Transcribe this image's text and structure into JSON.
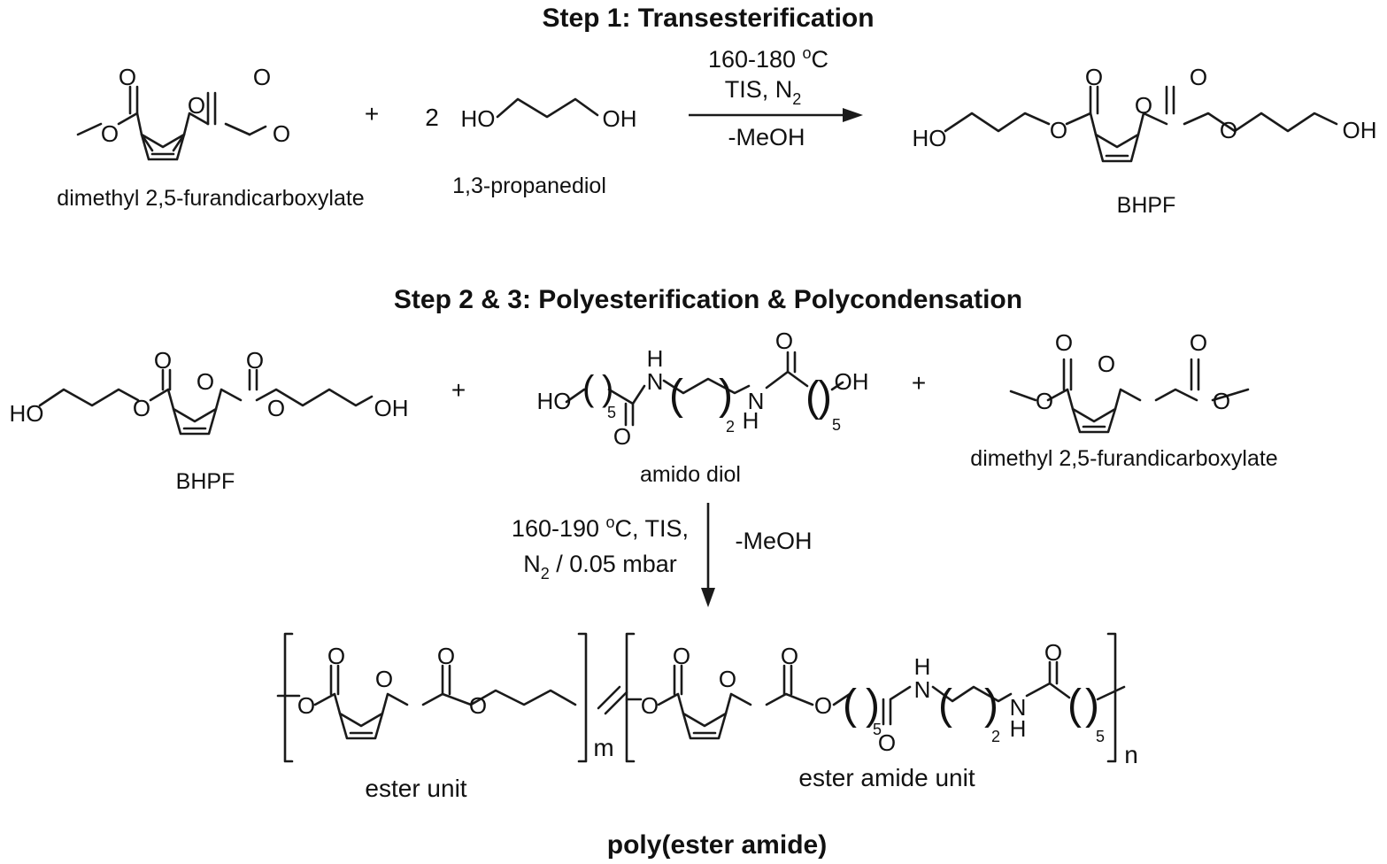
{
  "step1": {
    "title": "Step 1: Transesterification",
    "plus": "+",
    "coefficient": "2",
    "reactant1_label": "dimethyl 2,5-furandicarboxylate",
    "reactant2_label": "1,3-propanediol",
    "conditions_temp": "160-180 ",
    "conditions_temp_sup": "o",
    "conditions_temp_unit": "C",
    "conditions_catalyst": "TIS, N",
    "conditions_catalyst_sub": "2",
    "byproduct": "-MeOH",
    "product_label": "BHPF"
  },
  "step2": {
    "title": "Step 2 & 3: Polyesterification & Polycondensation",
    "plus1": "+",
    "plus2": "+",
    "reactant1_label": "BHPF",
    "reactant2_label": "amido diol",
    "reactant3_label": "dimethyl 2,5-furandicarboxylate",
    "conditions_line1a": "160-190 ",
    "conditions_line1_sup": "o",
    "conditions_line1b": "C, TIS,",
    "conditions_line2a": "N",
    "conditions_line2_sub": "2",
    "conditions_line2b": " / 0.05 mbar",
    "byproduct": "-MeOH",
    "repeat_m": "m",
    "repeat_n": "n",
    "unit1_label": "ester unit",
    "unit2_label": "ester amide unit",
    "product_label": "poly(ester amide)"
  },
  "atoms": {
    "O": "O",
    "HO": "HO",
    "OH": "OH",
    "H": "H",
    "N": "N",
    "n5": "5",
    "n2": "2"
  }
}
